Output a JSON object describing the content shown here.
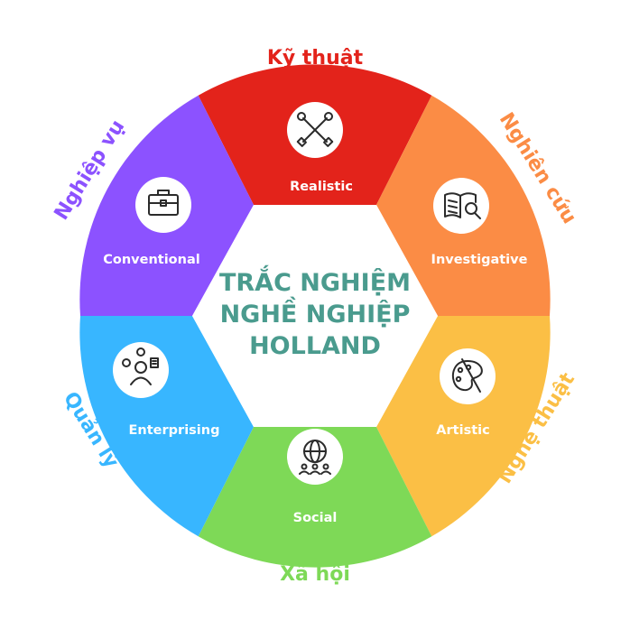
{
  "diagram": {
    "title_lines": [
      "TRẮC NGHIỆM",
      "NGHỀ NGHIỆP",
      "HOLLAND"
    ],
    "segments": [
      {
        "label": "Realistic",
        "outer_label": "Kỹ thuật",
        "color": "#e3231b",
        "icon": "tools-icon"
      },
      {
        "label": "Investigative",
        "outer_label": "Nghiên cứu",
        "color": "#fb8c45",
        "icon": "book-magnifier-icon"
      },
      {
        "label": "Artistic",
        "outer_label": "Nghệ thuật",
        "color": "#fbbf45",
        "icon": "palette-icon"
      },
      {
        "label": "Social",
        "outer_label": "Xã hội",
        "color": "#7ed957",
        "icon": "globe-people-icon"
      },
      {
        "label": "Enterprising",
        "outer_label": "Quản lý",
        "color": "#38b6ff",
        "icon": "manager-icon"
      },
      {
        "label": "Conventional",
        "outer_label": "Nghiệp vụ",
        "color": "#8c52ff",
        "icon": "briefcase-icon"
      }
    ]
  }
}
